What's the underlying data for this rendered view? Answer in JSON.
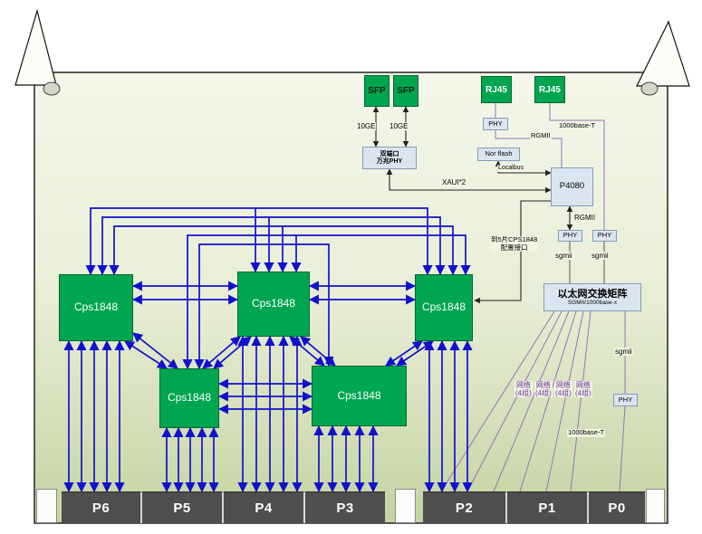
{
  "board": {
    "connectors": [
      {
        "label": "P6"
      },
      {
        "label": "P5"
      },
      {
        "label": "P4"
      },
      {
        "label": "P3"
      },
      {
        "label": "P2"
      },
      {
        "label": "P1"
      },
      {
        "label": "P0"
      }
    ]
  },
  "nodes": {
    "sfp_left": "SFP",
    "sfp_right": "SFP",
    "rj45_left": "RJ45",
    "rj45_right": "RJ45",
    "dual_port_phy_line1": "双端口",
    "dual_port_phy_line2": "万兆PHY",
    "phy_under_rj45": "PHY",
    "nor_flash": "Nor flash",
    "p4080": "P4080",
    "phy_rgmii": "PHY",
    "phy_1000baset": "PHY",
    "eth_switch_matrix": "以太网交换矩阵",
    "eth_switch_matrix_sub": "SGMII/1000base-x",
    "phy_p0": "PHY",
    "cps_a": "Cps1848",
    "cps_b": "Cps1848",
    "cps_c": "Cps1848",
    "cps_d": "Cps1848",
    "cps_e": "Cps1848"
  },
  "labels": {
    "ge10_left": "10GE",
    "ge10_right": "10GE",
    "rgmii_top": "RGMII",
    "rgmii_mid": "RGMII",
    "localbus": "Localbus",
    "xaui": "XAUI*2",
    "baset_top": "1000base-T",
    "baset_bottom": "1000base-T",
    "sgmii_left": "sgmii",
    "sgmii_right": "sgmii",
    "sgmii_matrix": "sgmii",
    "config_line1": "到5片CPS1848",
    "config_line2": "配置接口",
    "net_line1": "网络",
    "net_line2": "(4组)"
  },
  "colors": {
    "board_top": "#f4f7ea",
    "board_bottom": "#c5d3a2",
    "green_box": "#00a550",
    "blue_arrow": "#1111cc",
    "purple_line": "#9673b5",
    "lightblue_fill": "#dbe5f1",
    "connector_fill": "#4e4e4e"
  }
}
